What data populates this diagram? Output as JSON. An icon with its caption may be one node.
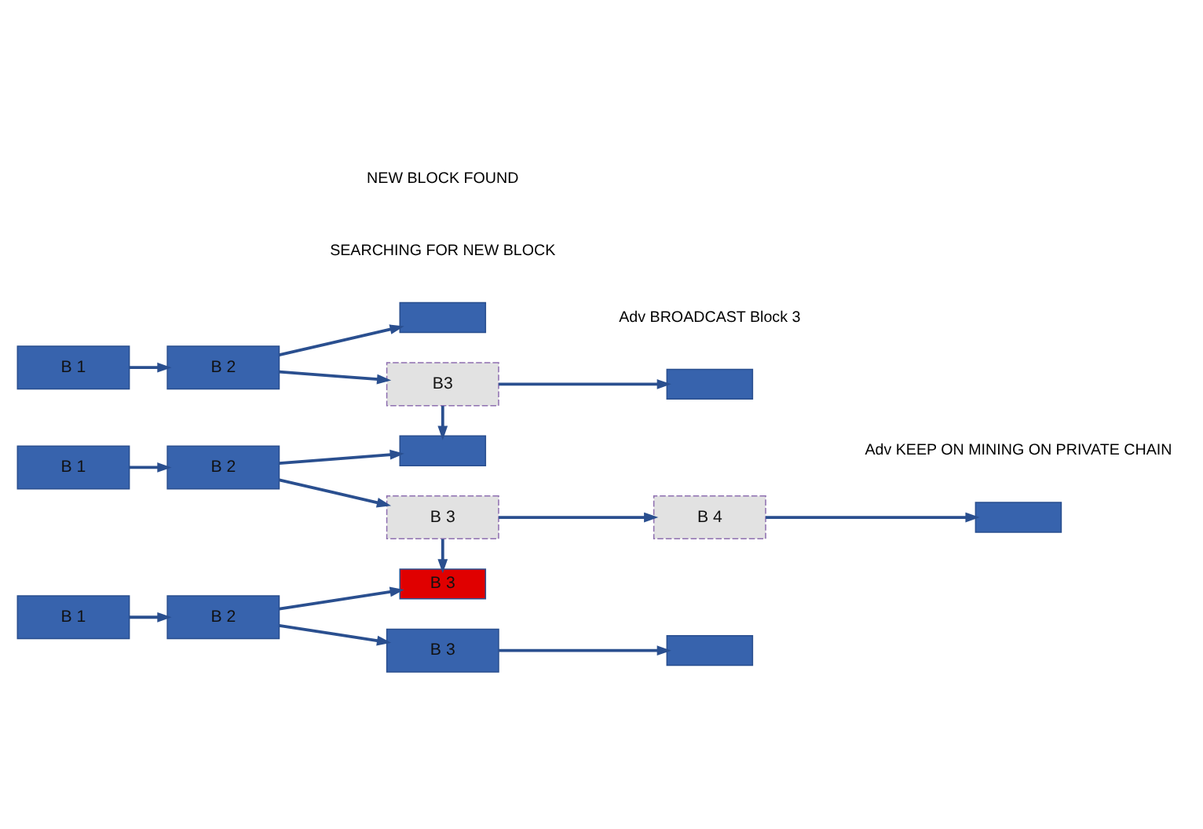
{
  "diagram": {
    "nodes": [
      {
        "text": [
          "B 1"
        ]
      },
      {
        "text": [
          "B 2"
        ]
      },
      {
        "text": [],
        "shape": "box"
      },
      {
        "text": [
          "B3"
        ]
      },
      {
        "text": [],
        "shape": "box"
      },
      {
        "text": [
          "B 1"
        ]
      },
      {
        "text": [
          "B 2"
        ]
      },
      {
        "text": [],
        "shape": "box"
      },
      {
        "text": [
          "B 3"
        ]
      },
      {
        "text": [
          "B 4"
        ]
      },
      {
        "text": [],
        "shape": "box"
      },
      {
        "text": [
          "B 1"
        ]
      },
      {
        "text": [
          "B 2"
        ]
      },
      {
        "text": [
          "B 3"
        ]
      },
      {
        "text": [
          "B 3"
        ]
      },
      {
        "text": [],
        "shape": "box"
      }
    ],
    "edges": [
      {
        "from": 0,
        "to": 1,
        "arrow": "to"
      },
      {
        "from": 1,
        "to": 2,
        "arrow": "to"
      },
      {
        "from": 1,
        "to": 3,
        "arrow": "to"
      },
      {
        "from": 3,
        "to": 4,
        "arrow": "to"
      },
      {
        "from": 3,
        "to": 7,
        "arrow": "to"
      },
      {
        "from": 5,
        "to": 6,
        "arrow": "to"
      },
      {
        "from": 6,
        "to": 7,
        "arrow": "to"
      },
      {
        "from": 6,
        "to": 8,
        "arrow": "to"
      },
      {
        "from": 8,
        "to": 9,
        "arrow": "to"
      },
      {
        "from": 9,
        "to": 10,
        "arrow": "to"
      },
      {
        "from": 8,
        "to": 13,
        "arrow": "to"
      },
      {
        "from": 11,
        "to": 12,
        "arrow": "to"
      },
      {
        "from": 12,
        "to": 13,
        "arrow": "to"
      },
      {
        "from": 12,
        "to": 14,
        "arrow": "to"
      },
      {
        "from": 14,
        "to": 15,
        "arrow": "to"
      }
    ],
    "labels": [
      "SEARCHING FOR NEW BLOCK",
      "Adv KEEP ON MINING ON PRIVATE CHAIN",
      "NEW BLOCK FOUND",
      "Adv BROADCAST Block 3"
    ]
  }
}
